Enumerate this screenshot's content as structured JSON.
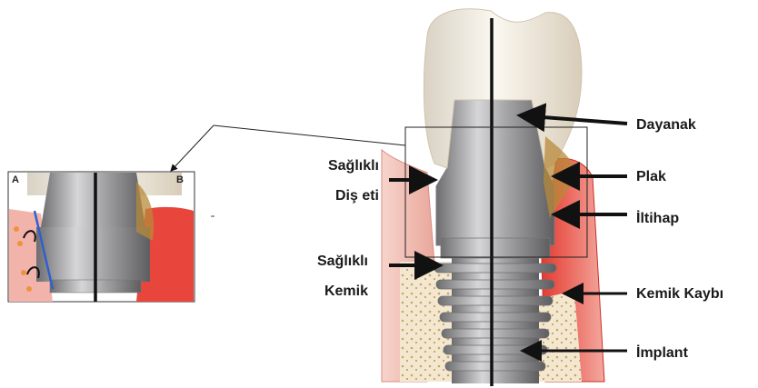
{
  "labels": {
    "abutment": "Dayanak",
    "plaque": "Plak",
    "inflammation": "İltihap",
    "bone_loss": "Kemik Kaybı",
    "implant": "İmplant",
    "healthy_gum_line1": "Sağlıklı",
    "healthy_gum_line2": "Diş eti",
    "healthy_bone_line1": "Sağlıklı",
    "healthy_bone_line2": "Kemik"
  },
  "inset": {
    "side_a": "A",
    "side_b": "B"
  },
  "colors": {
    "gum": "#e8463c",
    "gum_light": "#f2b3aa",
    "bone": "#f3e8cf",
    "bone_dots": "#c9a56a",
    "tooth": "#f2ede3",
    "metal": "#a9a9ab",
    "plaque": "#b88a3a",
    "arrow": "#111111",
    "healthy_marker": "#2f5fcf",
    "bacteria": "#f0923c"
  }
}
